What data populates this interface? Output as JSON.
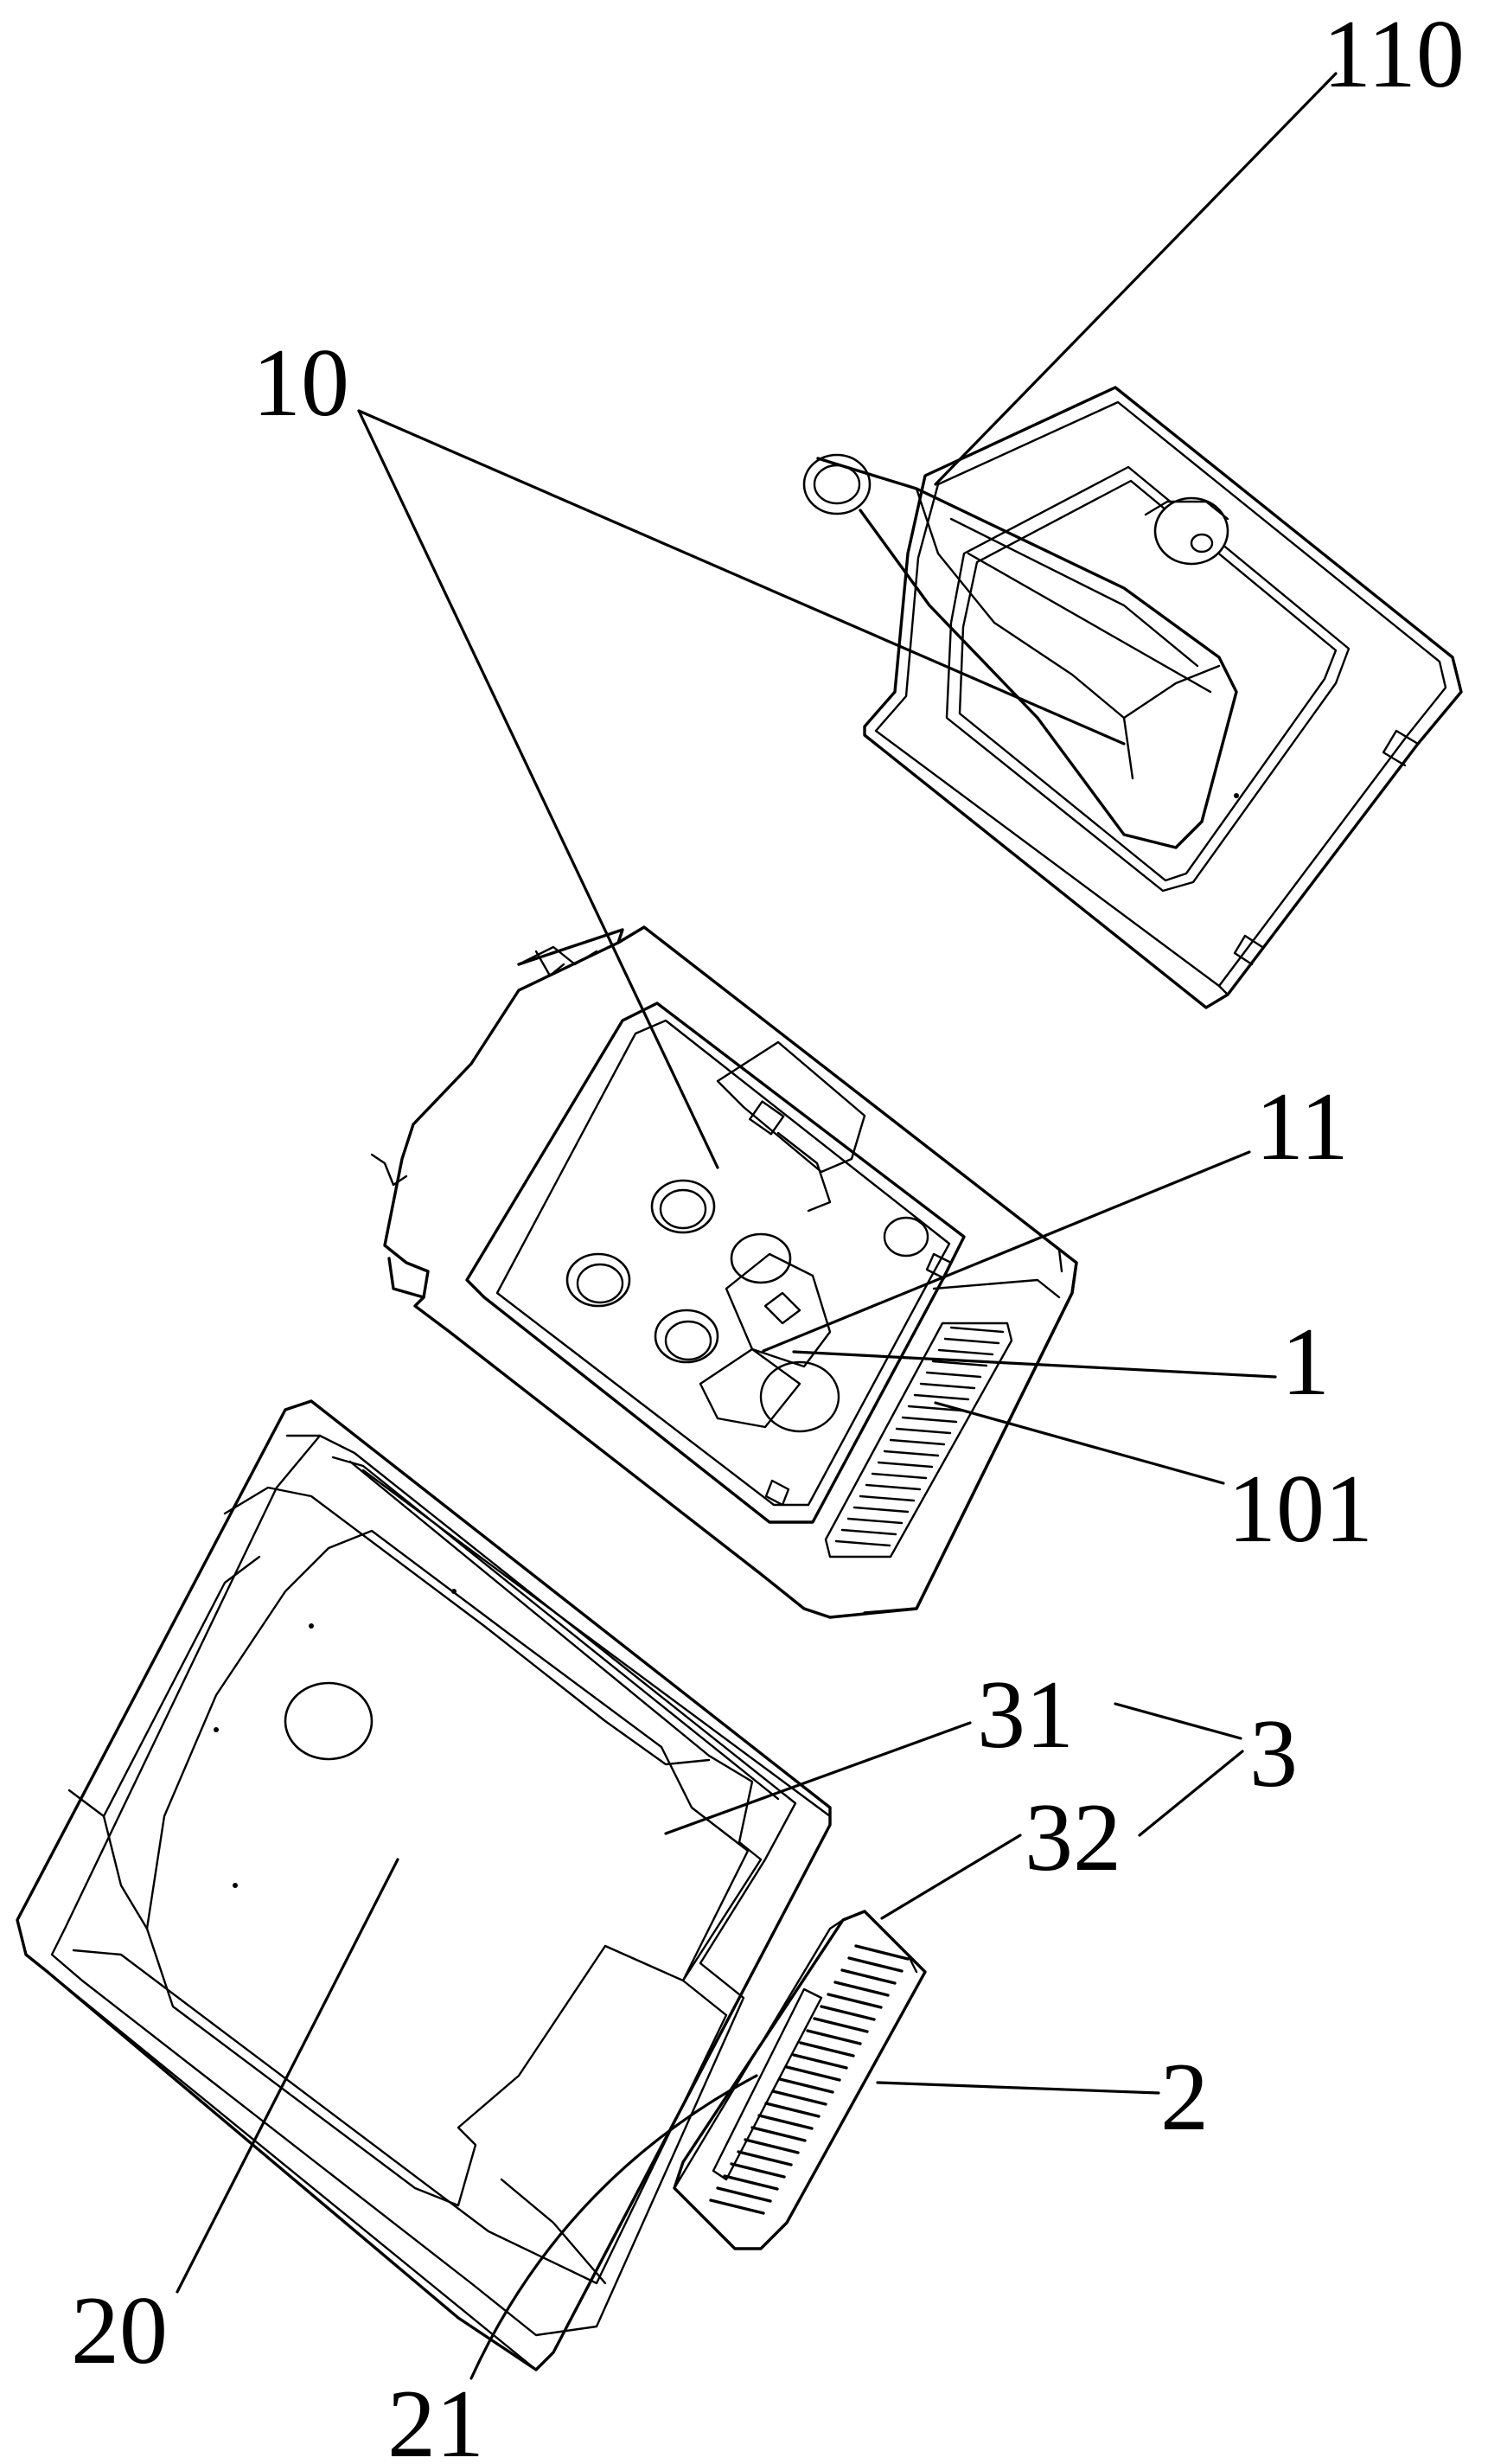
{
  "labels": {
    "l110": "110",
    "l10": "10",
    "l11": "11",
    "l1": "1",
    "l101": "101",
    "l31": "31",
    "l3": "3",
    "l32": "32",
    "l2": "2",
    "l20": "20",
    "l21": "21"
  }
}
